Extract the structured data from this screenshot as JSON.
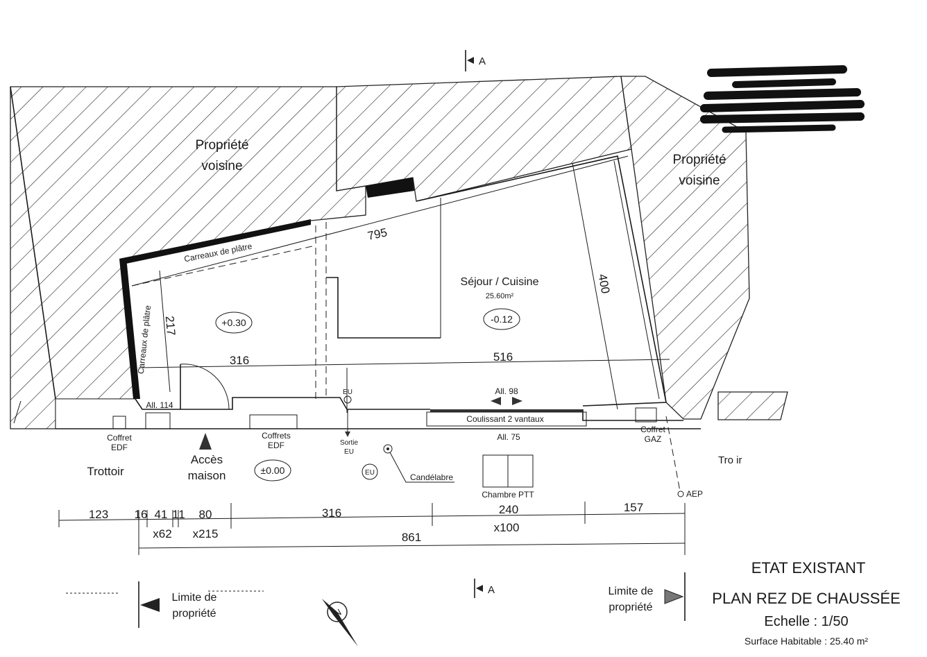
{
  "section_marker": "A",
  "neighbors": {
    "left": [
      "Propriété",
      "voisine"
    ],
    "right": [
      "Propriété",
      "voisine"
    ]
  },
  "room": {
    "name": "Séjour / Cuisine",
    "area": "25.60m²"
  },
  "walls": {
    "top": "Carreaux de plâtre",
    "left": "Carreaux de plâtre"
  },
  "levels": {
    "entry": "+0.30",
    "room": "-0.12",
    "street": "±0.00"
  },
  "interior_dims": {
    "d795": "795",
    "d400": "400",
    "d217": "217",
    "d316": "316",
    "d516": "516"
  },
  "openings": {
    "all114": "All. 114",
    "all98": "All. 98",
    "all75": "All. 75",
    "sliding": "Coulissant 2 vantaux"
  },
  "street": {
    "coffret_edf": [
      "Coffret",
      "EDF"
    ],
    "coffrets_edf": [
      "Coffrets",
      "EDF"
    ],
    "acces": [
      "Accès",
      "maison"
    ],
    "sortie_eu": [
      "Sortie",
      "EU"
    ],
    "eu_top": "EU",
    "eu": "EU",
    "candelabre": "Candélabre",
    "chambre_ptt": "Chambre PTT",
    "coffret_gaz": [
      "Coffret",
      "GAZ"
    ],
    "trottoir_left": "Trottoir",
    "trottoir_right": "Tro   ir",
    "aep": "AEP"
  },
  "dimensions": {
    "row1": [
      "123",
      "16",
      "41",
      "1",
      "1",
      "80",
      "316",
      "240",
      "157"
    ],
    "row2": [
      "x62",
      "x215",
      "x100"
    ],
    "total": "861"
  },
  "limits": {
    "left": [
      "Limite de",
      "propriété"
    ],
    "right": [
      "Limite de",
      "propriété"
    ]
  },
  "title_block": {
    "state": "ETAT EXISTANT",
    "plan": "PLAN REZ DE CHAUSSÉE",
    "scale": "Echelle : 1/50",
    "surface": "Surface Habitable : 25.40 m²"
  }
}
